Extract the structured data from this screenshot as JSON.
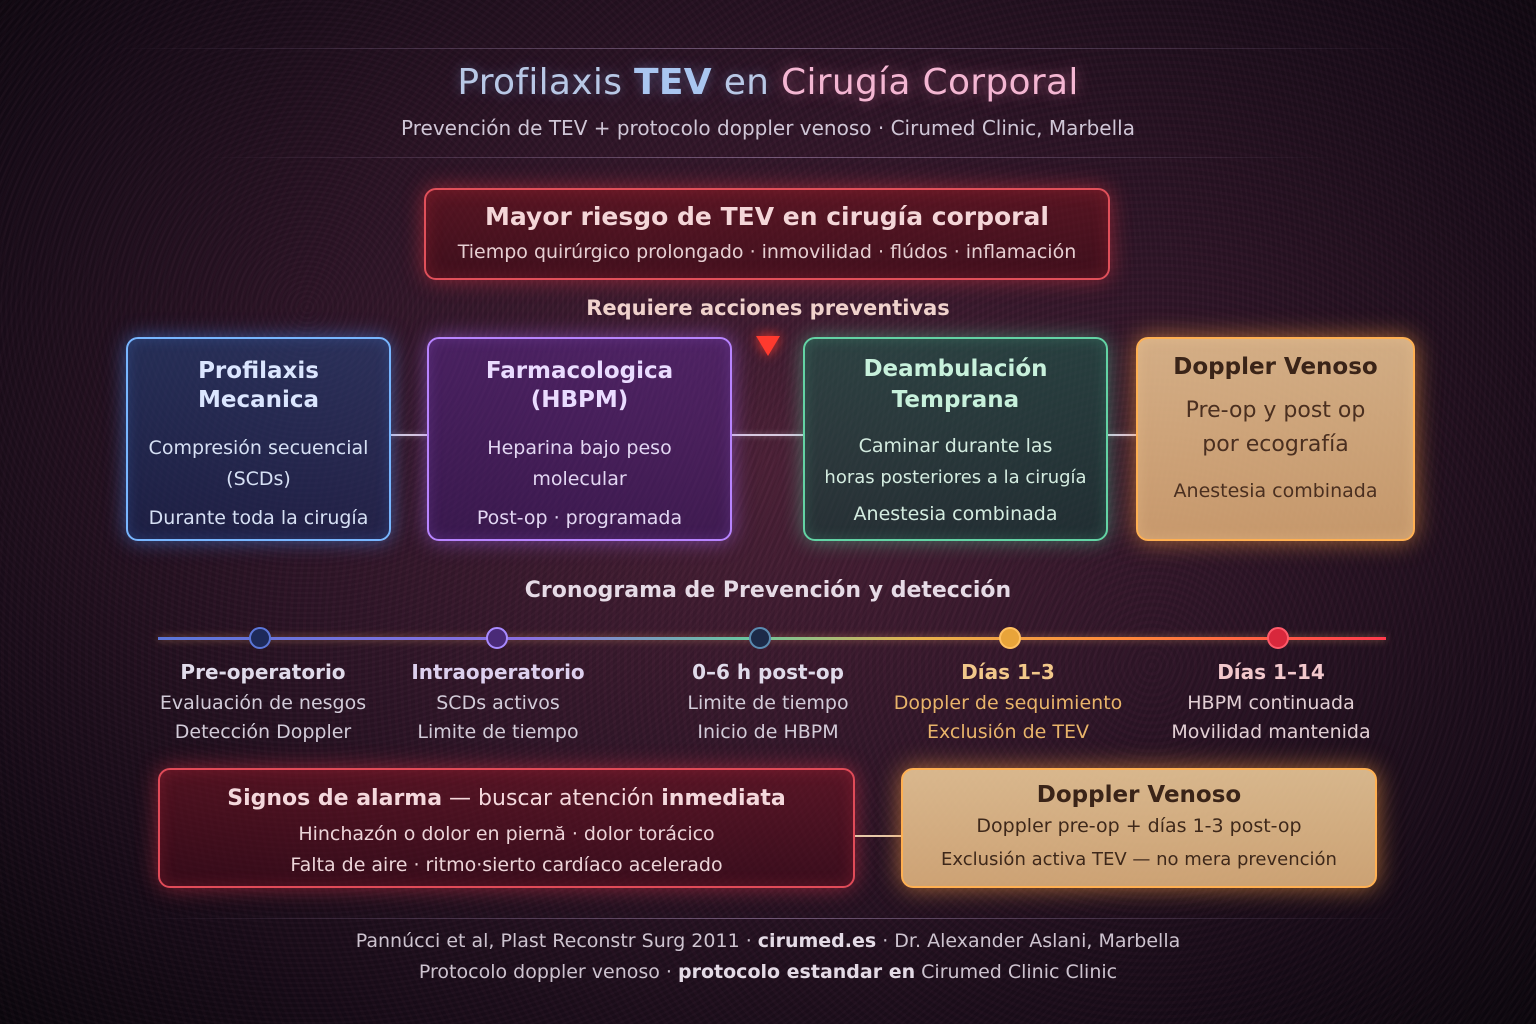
{
  "header": {
    "title_part1": "Profilaxis",
    "title_part2": "TEV",
    "title_part3": "en",
    "title_part4": "Cirugía Corporal",
    "subtitle": "Prevención de TEV + protocolo doppler venoso · Cirumed Clinic, Marbella"
  },
  "risk": {
    "title": "Mayor riesgo de TEV en cirugía corporal",
    "factors": "Tiempo quirúrgico prolongado · inmovilidad · flúdos · inflamación"
  },
  "requires_label": "Requiere acciones preventivas",
  "cards": [
    {
      "title_line1": "Profilaxis",
      "title_line2": "Mecanica",
      "line1": "Compresión secuencial",
      "line2": "(SCDs)",
      "line3": "Durante toda la cirugía"
    },
    {
      "title_line1": "Farmacologica",
      "title_line2": "(HBPM)",
      "line1": "Heparina bajo peso",
      "line2": "molecular",
      "line3": "Post-op · programada"
    },
    {
      "title_line1": "Deambulación",
      "title_line2": "Temprana",
      "line1": "Caminar durante las",
      "line2": "horas posteriores a la cirugía",
      "line3": "Anestesia combinada"
    },
    {
      "title_line1": "Doppler Venoso",
      "line1": "Pre-op y post op",
      "line2": "por ecografía",
      "line3": "Anestesia combinada"
    }
  ],
  "timeline": {
    "title": "Cronograma de Prevención y detección",
    "phases": [
      {
        "name": "Pre-operatorio",
        "line1": "Evaluación de nesgos",
        "line2": "Detección Doppler",
        "color": "#1e2a5a"
      },
      {
        "name": "Intraoperatorio",
        "line1": "SCDs activos",
        "line2": "Limite de tiempo",
        "color": "#4a2a78"
      },
      {
        "name": "0–6 h post-op",
        "line1": "Limite de tiempo",
        "line2": "Inicio de HBPM",
        "color": "#1c2a48"
      },
      {
        "name": "Días 1–3",
        "line1": "Doppler de sequimiento",
        "line2": "Exclusión de TEV",
        "color": "#e8a43a"
      },
      {
        "name": "Días 1–14",
        "line1": "HBPM continuada",
        "line2": "Movilidad mantenida",
        "color": "#d8283c"
      }
    ]
  },
  "alarm": {
    "title_bold1": "Signos de alarma",
    "title_mid": " — buscar atención ",
    "title_bold2": "inmediata",
    "line1": "Hinchazón o dolor en piernă · dolor torácico",
    "line2": "Falta de aire · ritmo·sierto cardíaco acelerado"
  },
  "doppler_box": {
    "title": "Doppler Venoso",
    "line1": "Doppler pre-op + días 1-3 post-op",
    "line2": "Exclusión activa TEV — no mera prevención"
  },
  "footer": {
    "line1_a": "Pannúcci et al, Plast Reconstr Surg 2011 · ",
    "line1_b": "cirumed.es",
    "line1_c": " · Dr. Alexander Aslani, Marbella",
    "line2_a": "Protocolo doppler venoso · ",
    "line2_b": "protocolo estandar en",
    "line2_c": " Cirumed Clinic Clinic"
  }
}
